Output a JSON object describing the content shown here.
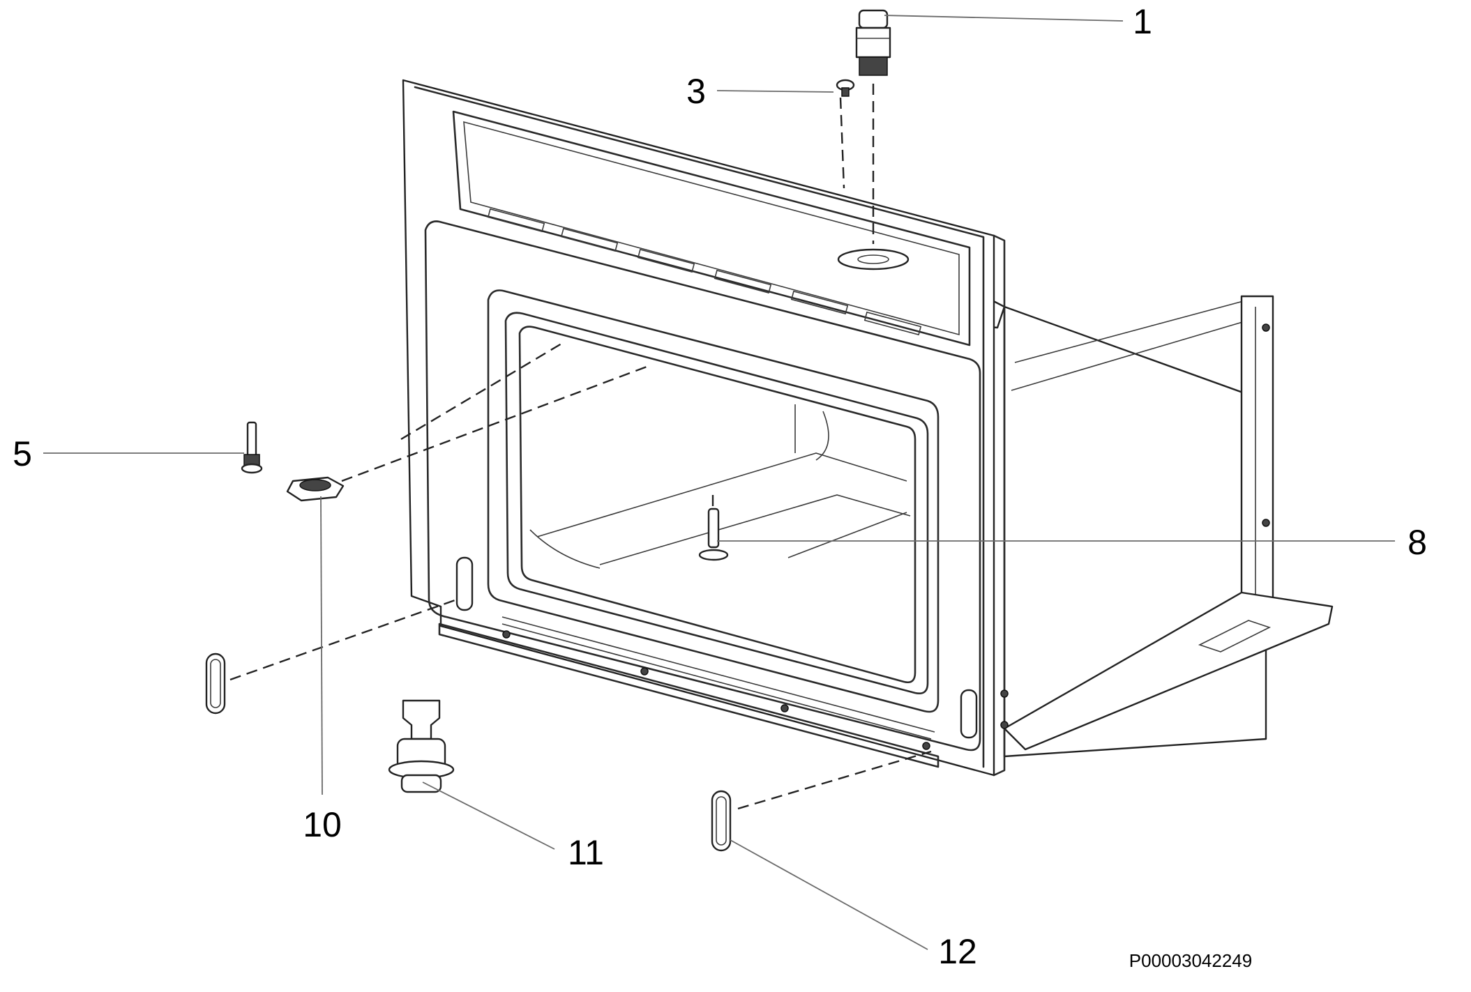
{
  "diagram": {
    "document_id": "P00003042249",
    "callouts": [
      {
        "id": "1",
        "label": "1"
      },
      {
        "id": "3",
        "label": "3"
      },
      {
        "id": "5",
        "label": "5"
      },
      {
        "id": "8",
        "label": "8"
      },
      {
        "id": "10",
        "label": "10"
      },
      {
        "id": "11",
        "label": "11"
      },
      {
        "id": "12",
        "label": "12"
      }
    ]
  }
}
